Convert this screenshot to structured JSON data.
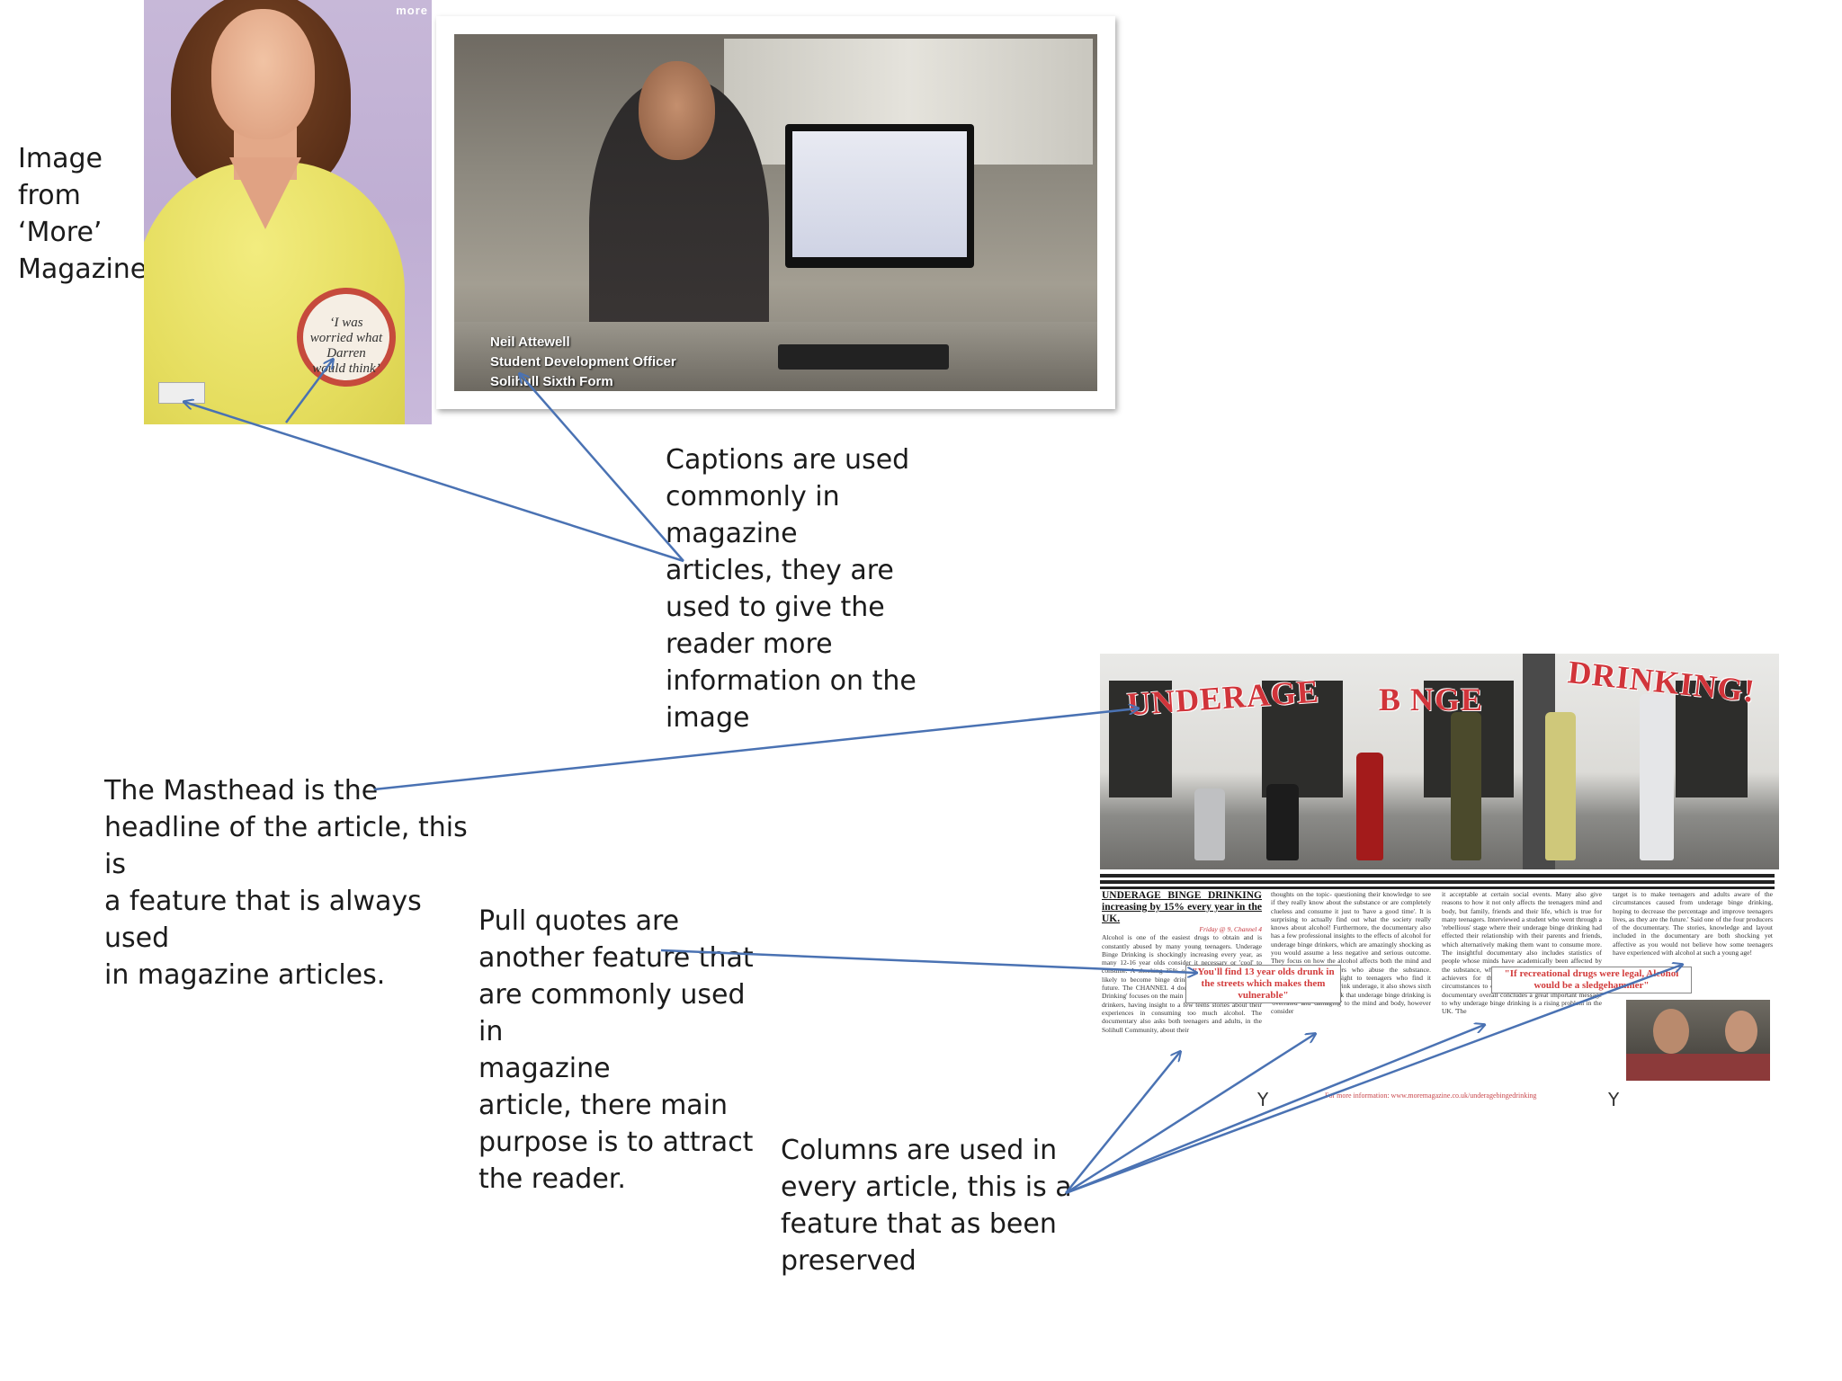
{
  "labels": {
    "image_source": "Image\nfrom\n‘More’\nMagazine’",
    "captions_note": "Captions are used\ncommonly in\nmagazine\narticles, they are\nused to give the\nreader more\ninformation on the\nimage",
    "masthead_note": "The Masthead is the\nheadline of the article, this is\na feature that is always used\nin magazine articles.",
    "pullquote_note": "Pull quotes are\nanother feature that\nare commonly used in\nmagazine\narticle, there main\npurpose is to attract\nthe reader.",
    "columns_note": "Columns are  used in\nevery article, this is a\nfeature  that as been\npreserved"
  },
  "cover": {
    "masthead": "more",
    "badge_text": "‘I was\nworried what\nDarren\nwould think’"
  },
  "desk_photo": {
    "caption_name": "Neil Attewell",
    "caption_role": "Student Development Officer",
    "caption_org": "Solihull Sixth Form"
  },
  "article": {
    "headline_1": "UNDERAGE",
    "headline_2": "B  NGE",
    "headline_3": "DRINKING!",
    "col1_heading": "UNDERAGE BINGE DRINKING increasing by 15% every year in the UK.",
    "col1_date": "Friday @ 9, Channel 4",
    "col1_text": "Alcohol is one of the easiest drugs to obtain and is constantly abused by many young teenagers. Underage Binge Drinking is shockingly increasing every year, as many 12-16 year olds consider it necessary or 'cool' to consume. A shocking 35% of those teenagers are more likely to become binge drinkers and alcoholics in the future. The CHANNEL 4 documentary 'Underage Binge Drinking' focuses on the main issues surrounding underage drinkers, having insight to a few teens stories about their experiences in consuming too much alcohol. The documentary also asks both teenagers and adults, in the Solihull Community, about their",
    "col2_text": "thoughts on the topic- questioning their knowledge to see if they really know about the substance or are completely clueless and consume it just to 'have a good time'. It is surprising to actually find out what the society really knows about alcohol! Furthermore, the documentary also has a few professional insights to the effects of alcohol for underage binge drinkers, which are amazingly shocking as you would assume a less negative and serious outcome. They focus on how the alcohol affects both the mind and organs for the teenagers who abuse the substance. Although having an insight to teenagers who find it relatively cool to binge drink underage, it also shows sixth form teenager's, who think that underage binge drinking is 'overrated' and 'damaging' to the mind and body, however consider",
    "col3_text": "it acceptable at certain social events. Many also give reasons to how it not only affects the teenagers mind and body, but family, friends and their life, which is true for many teenagers. Interviewed a student who went through a 'rebellious' stage where their underage binge drinking had effected their relationship with their parents and friends, which alternatively making them want to consume more. The insightful documentary also includes statistics of people whose minds have academically been affected by the substance, which may have resulted to being under achievers for their age. Making us aware of the circumstances to consuming alcohol at a young age. The documentary overall concludes a great important message to why underage binge drinking is a rising problem in the UK. 'The",
    "col4_text": "target is to make teenagers and adults aware of the circumstances caused from underage binge drinking, hoping to decrease the percentage and improve teenagers lives, as they are the future.' Said one of the four producers of the documentary. The stories, knowledge and layout included in the documentary are both shocking yet affective as you would not believe how some teenagers have experienced with alcohol at such a young age!",
    "pull_quote_1": "\"You'll find 13 year olds drunk in the streets which makes them vulnerable\"",
    "pull_quote_2": "\"If recreational drugs were legal, Alcohol would be a sledgehammer\"",
    "footer": "For more information: www.moremagazine.co.uk/underagebingedrinking"
  }
}
